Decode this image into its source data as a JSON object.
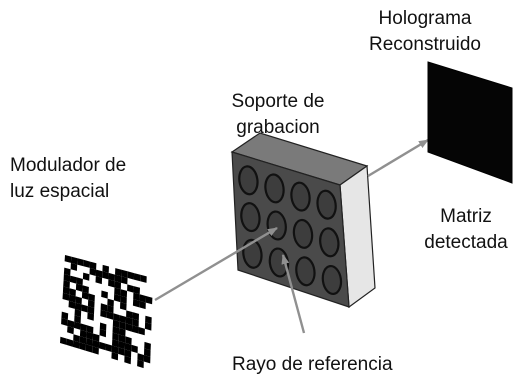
{
  "labels": {
    "hologram_line1": "Holograma",
    "hologram_line2": "Reconstruido",
    "medium_line1": "Soporte de",
    "medium_line2": "grabacion",
    "slm_line1": "Modulador de",
    "slm_line2": "luz espacial",
    "matrix_line1": "Matriz",
    "matrix_line2": "detectada",
    "reference_beam": "Rayo de referencia"
  },
  "colors": {
    "arrow": "#909090",
    "block_front": "#4a4a4a",
    "block_top": "#7a7a7a",
    "block_side": "#e6e6e6",
    "detector": "#050505",
    "cell_fill": "#3d3d3d",
    "cell_stroke": "#111111"
  }
}
